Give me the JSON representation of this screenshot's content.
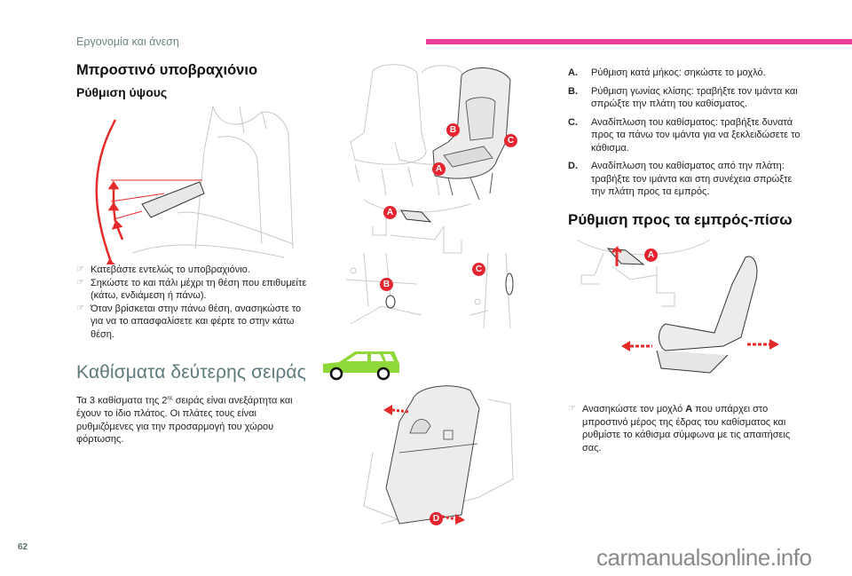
{
  "header": {
    "section_label": "Εργονομία και άνεση",
    "accent_color": "#ef3d9d"
  },
  "left": {
    "title": "Μπροστινό υποβραχιόνιο",
    "subtitle": "Ρύθμιση ύψους",
    "bullets": [
      "Κατεβάστε εντελώς το υποβραχιόνιο.",
      "Σηκώστε το και πάλι μέχρι τη θέση που επιθυμείτε (κάτω, ενδιάμεση ή πάνω).",
      "Όταν βρίσκεται στην πάνω θέση, ανασηκώστε το για να το απασφαλίσετε και φέρτε το στην κάτω θέση."
    ],
    "bullet_icon": "pointing-hand-icon",
    "section2_title": "Καθίσματα δεύτερης σειράς",
    "section2_text_before": "Τα 3 καθίσματα της 2",
    "section2_sup": "ης",
    "section2_text_after": " σειράς είναι ανεξάρτητα και έχουν το ίδιο πλάτος. Οι πλάτες τους είναι ρυθμιζόμενες για την προσαρμογή του χώρου φόρτωσης."
  },
  "figures": {
    "labels": {
      "a": "A",
      "b": "B",
      "c": "C",
      "d": "D"
    },
    "badge_color": "#e5252f",
    "car_color": "#8fd83a"
  },
  "right": {
    "legend": [
      {
        "key": "A.",
        "text": "Ρύθμιση κατά μήκος: σηκώστε το μοχλό."
      },
      {
        "key": "B.",
        "text": "Ρύθμιση γωνίας κλίσης: τραβήξτε τον ιμάντα και σπρώξτε την πλάτη του καθίσματος."
      },
      {
        "key": "C.",
        "text": "Αναδίπλωση του καθίσματος: τραβήξτε δυνατά προς τα πάνω τον ιμάντα για να ξεκλειδώσετε το κάθισμα."
      },
      {
        "key": "D.",
        "text": "Αναδίπλωση του καθίσματος από την πλάτη: τραβήξτε τον ιμάντα και στη συνέχεια σπρώξτε την πλάτη προς τα εμπρός."
      }
    ],
    "title": "Ρύθμιση προς τα εμπρός-πίσω",
    "bullet_before": "Ανασηκώστε τον μοχλό ",
    "bullet_bold": "A",
    "bullet_after": " που υπάρχει στο μπροστινό μέρος της έδρας του καθίσματος και ρυθμίστε το κάθισμα σύμφωνα με τις απαιτήσεις σας."
  },
  "footer": {
    "page_number": "62",
    "watermark": "carmanualsonline.info"
  }
}
